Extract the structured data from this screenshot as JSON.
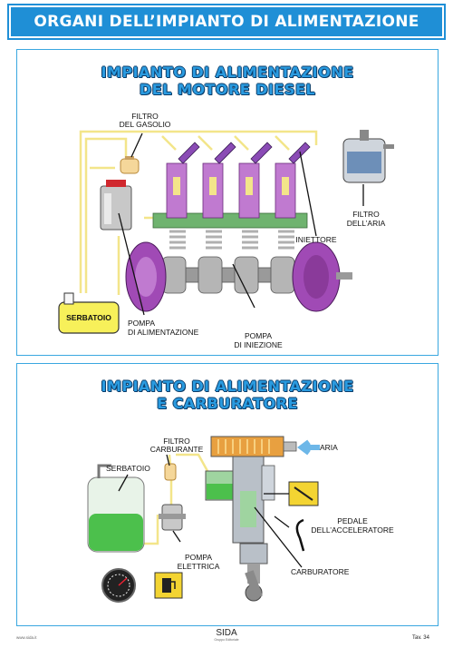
{
  "header": {
    "title": "ORGANI DELL’IMPIANTO DI ALIMENTAZIONE"
  },
  "diesel": {
    "title_line1": "IMPIANTO DI ALIMENTAZIONE",
    "title_line2": "DEL MOTORE DIESEL",
    "labels": {
      "filtro_gasolio_1": "FILTRO",
      "filtro_gasolio_2": "DEL GASOLIO",
      "filtro_aria_1": "FILTRO",
      "filtro_aria_2": "DELL’ARIA",
      "iniettore": "INIETTORE",
      "serbatoio": "SERBATOIO",
      "pompa_alim_1": "POMPA",
      "pompa_alim_2": "DI ALIMENTAZIONE",
      "pompa_iniez_1": "POMPA",
      "pompa_iniez_2": "DI INIEZIONE"
    }
  },
  "carb": {
    "title_line1": "IMPIANTO DI ALIMENTAZIONE",
    "title_line2": "E CARBURATORE",
    "labels": {
      "filtro_carb_1": "FILTRO",
      "filtro_carb_2": "CARBURANTE",
      "aria": "ARIA",
      "serbatoio": "SERBATOIO",
      "pedale_1": "PEDALE",
      "pedale_2": "DELL’ACCELERATORE",
      "pompa_elet_1": "POMPA",
      "pompa_elet_2": "ELETTRICA",
      "carburatore": "CARBURATORE"
    }
  },
  "footer": {
    "left": "www.sida.it",
    "brand": "SIDA",
    "brand_sub": "Gruppo Editoriale",
    "plate": "Tav. 34"
  },
  "colors": {
    "header": "#1f8fd6",
    "title": "#2a9be0",
    "fuel_line": "#f3e58a",
    "injector": "#9c3fb0",
    "tank_fill": "#f7f05a",
    "petrol": "#4cc04c"
  }
}
